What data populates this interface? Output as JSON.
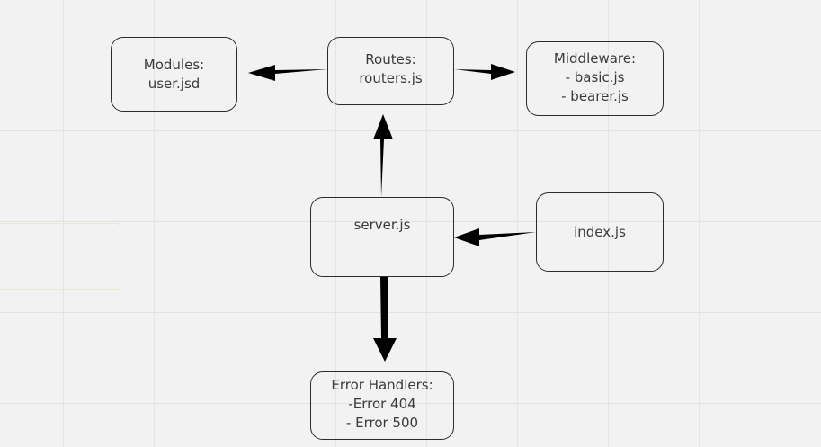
{
  "nodes": {
    "modules": {
      "lines": [
        "Modules:",
        "user.jsd"
      ]
    },
    "routes": {
      "lines": [
        "Routes:",
        "routers.js"
      ]
    },
    "middleware": {
      "lines": [
        "Middleware:",
        "- basic.js",
        "- bearer.js"
      ]
    },
    "server": {
      "lines": [
        "server.js"
      ]
    },
    "index": {
      "lines": [
        "index.js"
      ]
    },
    "errors": {
      "lines": [
        "Error Handlers:",
        "-Error 404",
        "- Error 500"
      ]
    }
  },
  "edges": [
    {
      "from": "routes",
      "to": "modules"
    },
    {
      "from": "routes",
      "to": "middleware"
    },
    {
      "from": "server",
      "to": "routes"
    },
    {
      "from": "index",
      "to": "server"
    },
    {
      "from": "server",
      "to": "errors"
    }
  ],
  "colors": {
    "background": "#f2f2f2",
    "grid": "#e3e3e3",
    "node_border": "#2b2b2b",
    "node_text": "#3a3a3a",
    "arrow": "#000000"
  }
}
